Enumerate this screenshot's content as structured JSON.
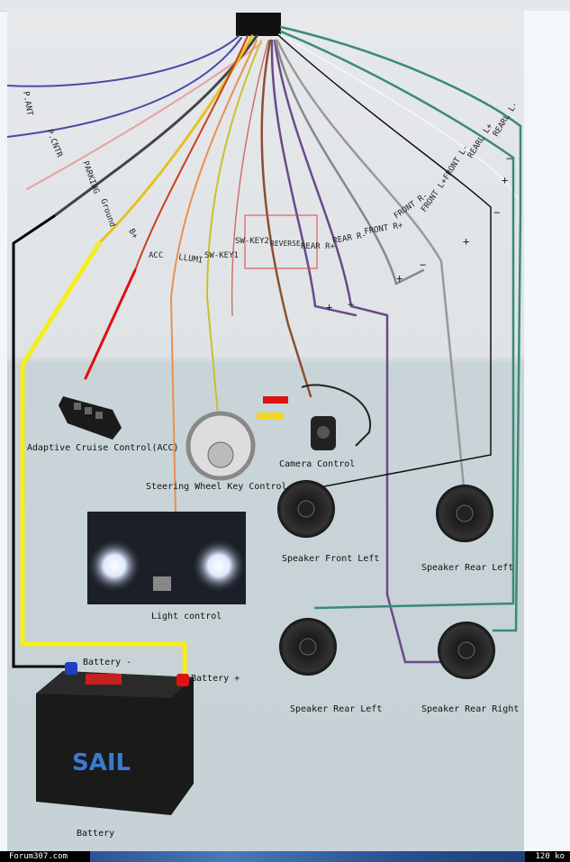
{
  "wire_labels": {
    "p_ant": "P.ANT",
    "p_cntr": "P.CNTR",
    "parking": "PARKING",
    "ground": "Ground",
    "b_plus": "B+",
    "acc": "ACC",
    "llumi": "LLUMI",
    "sw_key1": "SW-KEY1",
    "sw_key2": "SW-KEY2",
    "reverse": "REVERSE",
    "rear_r_plus": "REAR R+",
    "rear_r_minus": "REAR R-",
    "front_r_plus": "FRONT R+",
    "front_r_minus": "FRONT R-",
    "front_l_plus": "FRONT L+",
    "front_l_minus": "FRONT L-",
    "rearl_l_plus": "REARL L+",
    "rearl_l_minus": "REARL L-"
  },
  "components": {
    "acc": "Adaptive Cruise Control(ACC)",
    "steering": "Steering Wheel Key Control",
    "camera": "Camera Control",
    "light": "Light control",
    "speaker_front_left": "Speaker Front Left",
    "speaker_rear_left_top": "Speaker Rear Left",
    "speaker_rear_left_bottom": "Speaker Rear Left",
    "speaker_rear_right": "Speaker Rear Right",
    "battery_minus": "Battery -",
    "battery_plus": "Battery +",
    "battery": "Battery",
    "battery_brand": "SAIL"
  },
  "polarity": {
    "plus": "+",
    "minus": "−"
  },
  "status_bar": {
    "site": "Forum307.com",
    "size": "120 ko"
  },
  "colors": {
    "yellow": "#f5ee1a",
    "red": "#e01010",
    "purple": "#6a4a8a",
    "green": "#3a8a78",
    "black": "#111111"
  }
}
